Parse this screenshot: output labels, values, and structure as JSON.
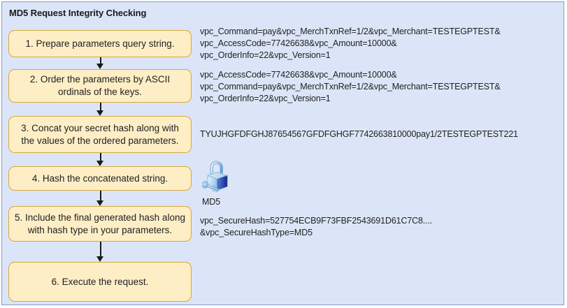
{
  "panel": {
    "title": "MD5 Request Integrity Checking",
    "background_color": "#dbe5f7",
    "border_color": "#7f9bc4"
  },
  "style": {
    "box_fill": "#fdeec6",
    "box_border": "#d7a93c",
    "text_color": "#1f1f1f",
    "arrow_color": "#1a1a1a"
  },
  "flow": {
    "steps": [
      {
        "id": "step-1",
        "label": "1. Prepare parameters query string."
      },
      {
        "id": "step-2",
        "label": "2. Order the parameters by ASCII ordinals of the keys."
      },
      {
        "id": "step-3",
        "label": "3. Concat your secret hash along with the values of the ordered parameters."
      },
      {
        "id": "step-4",
        "label": "4. Hash the concatenated string."
      },
      {
        "id": "step-5",
        "label": "5. Include the final generated hash along with hash type in your parameters."
      },
      {
        "id": "step-6",
        "label": "6. Execute the request."
      }
    ]
  },
  "side": {
    "step1_text": "vpc_Command=pay&vpc_MerchTxnRef=1/2&vpc_Merchant=TESTEGPTEST&\nvpc_AccessCode=77426638&vpc_Amount=10000&\nvpc_OrderInfo=22&vpc_Version=1",
    "step2_text": "vpc_AccessCode=77426638&vpc_Amount=10000&\nvpc_Command=pay&vpc_MerchTxnRef=1/2&vpc_Merchant=TESTEGPTEST&\nvpc_OrderInfo=22&vpc_Version=1",
    "step3_text": "TYUJHGFDFGHJ87654567GFDFGHGF7742663810000pay1/2TESTEGPTEST221",
    "step4_icon_label": "MD5",
    "step4_icon_name": "padlock-icon",
    "step5_text": "vpc_SecureHash=527754ECB9F73FBF2543691D61C7C8....\n&vpc_SecureHashType=MD5"
  }
}
